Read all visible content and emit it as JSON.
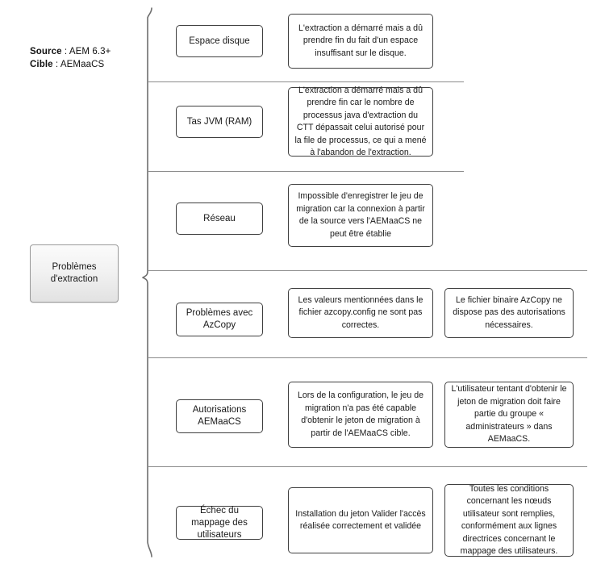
{
  "legend": {
    "source_key": "Source",
    "source_sep": " : ",
    "source_value": "AEM 6.3+",
    "target_key": "Cible",
    "target_sep": " : ",
    "target_value": "AEMaaCS"
  },
  "root": {
    "label_line1": "Problèmes",
    "label_line2": "d'extraction"
  },
  "rows": [
    {
      "category": "Espace disque",
      "details": [
        "L'extraction a démarré mais a dû prendre fin du fait d'un espace insuffisant sur le disque."
      ]
    },
    {
      "category": "Tas JVM (RAM)",
      "details": [
        "L'extraction a démarré mais a dû prendre fin car le nombre de processus java d'extraction du CTT dépassait celui autorisé pour la file de processus, ce qui a mené à l'abandon de l'extraction."
      ]
    },
    {
      "category": "Réseau",
      "details": [
        "Impossible d'enregistrer le jeu de migration car la connexion à partir de la source vers l'AEMaaCS ne peut être établie"
      ]
    },
    {
      "category": "Problèmes avec AzCopy",
      "details": [
        "Les valeurs mentionnées dans le fichier azcopy.config ne sont pas correctes.",
        "Le fichier binaire AzCopy ne dispose pas des autorisations nécessaires."
      ]
    },
    {
      "category": "Autorisations AEMaaCS",
      "details": [
        "Lors de la configuration, le jeu de migration n'a pas été capable d'obtenir le jeton de migration à partir de l'AEMaaCS cible.",
        "L'utilisateur tentant d'obtenir le jeton de migration doit faire partie du groupe « administrateurs » dans AEMaaCS."
      ]
    },
    {
      "category": "Échec du mappage des utilisateurs",
      "details": [
        "Installation du jeton Valider l'accès réalisée correctement et validée",
        "Toutes les conditions concernant les nœuds utilisateur sont remplies, conformément aux lignes directrices concernant le mappage des utilisateurs."
      ]
    }
  ],
  "colors": {
    "box_border": "#3f3f3f",
    "separator": "#8c8c8c",
    "root_border": "#9a9a9a",
    "text": "#1a1a1a",
    "background": "#ffffff"
  }
}
